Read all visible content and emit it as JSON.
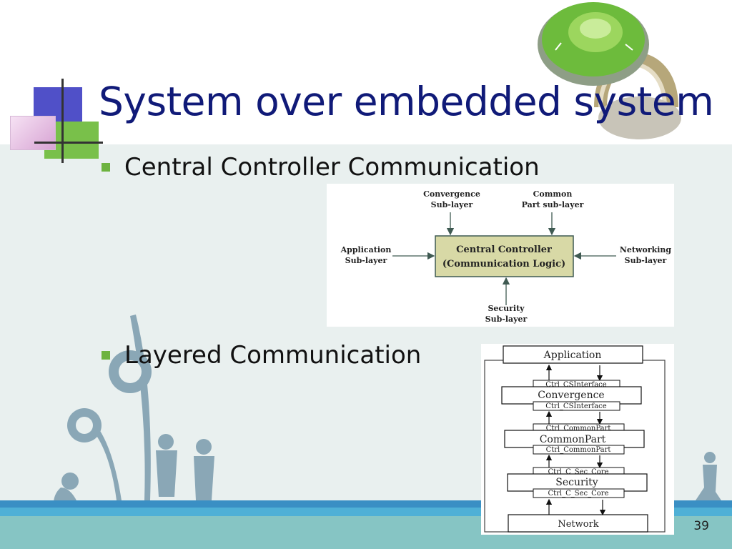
{
  "slide": {
    "title": "System over embedded system",
    "page_number": "39",
    "bullets": [
      {
        "text": "Central Controller Communication"
      },
      {
        "text": "Layered Communication"
      }
    ]
  },
  "figure_controller": {
    "center_line1": "Central Controller",
    "center_line2": "(Communication Logic)",
    "top_left_line1": "Convergence",
    "top_left_line2": "Sub-layer",
    "top_right_line1": "Common",
    "top_right_line2": "Part sub-layer",
    "left_line1": "Application",
    "left_line2": "Sub-layer",
    "right_line1": "Networking",
    "right_line2": "Sub-layer",
    "bottom_line1": "Security",
    "bottom_line2": "Sub-layer"
  },
  "figure_layers": {
    "application": "Application",
    "if1": "Ctrl_CSInterface",
    "convergence": "Convergence",
    "if2": "Ctrl_CSInterface",
    "if3": "Ctrl_CommonPart",
    "commonpart": "CommonPart",
    "if4": "Ctrl_CommonPart",
    "if5": "Ctrl_C_Sec_Core",
    "security": "Security",
    "if6": "Ctrl_C_Sec_Core",
    "network": "Network"
  },
  "colors": {
    "title": "#101a78",
    "bullet_marker": "#6db33f",
    "controller_fill": "#d8d9a6",
    "stripe_blue": "#3a8fc4",
    "stripe_teal": "#86c5c4"
  },
  "decor": {
    "lock_image": "combination-padlock-icon",
    "silhouettes": "people-and-flowers-silhouette"
  }
}
